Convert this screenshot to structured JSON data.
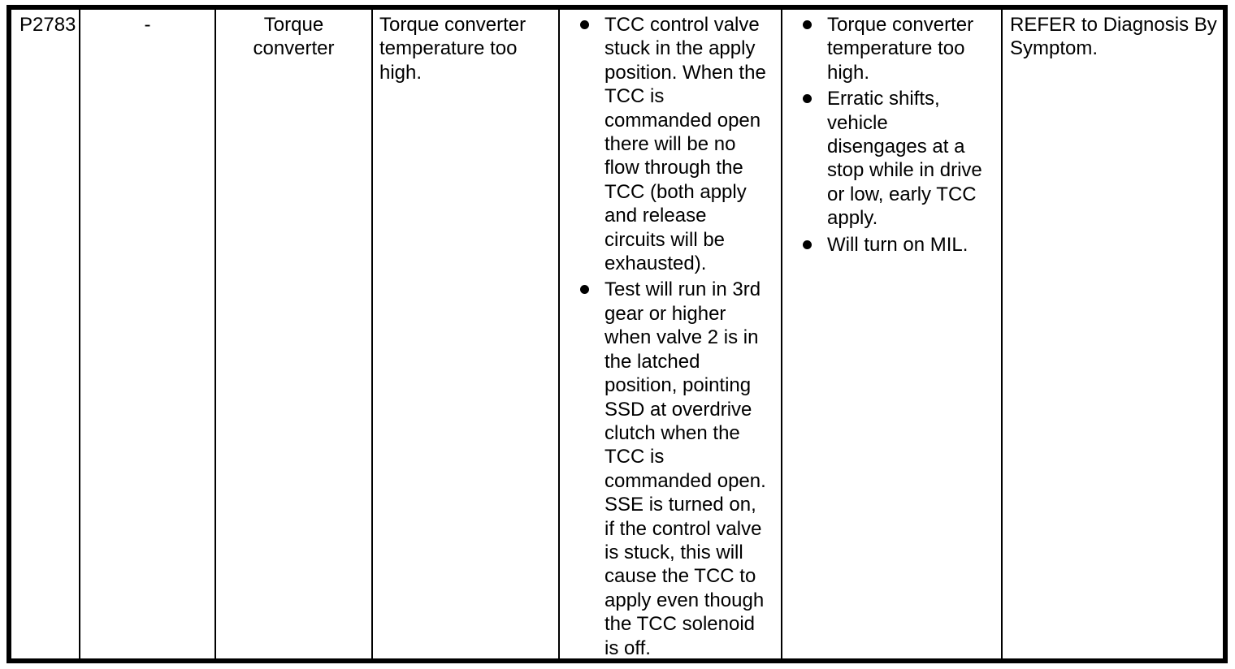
{
  "page": {
    "background_color": "#ffffff",
    "text_color": "#000000",
    "border_color": "#000000"
  },
  "dtc_row": {
    "code": "P2783",
    "digits": "-",
    "component": "Torque converter",
    "description": "Torque converter temperature too high.",
    "fault_condition_items": [
      "TCC control valve stuck in the apply position. When the TCC is commanded open there will be no flow through the TCC (both apply and release circuits will be exhausted).",
      "Test will run in 3rd gear or higher when valve 2 is in the latched position, pointing SSD at overdrive clutch when the TCC is commanded open. SSE is turned on, if the control valve is stuck, this will cause the TCC to apply even though the TCC solenoid is off."
    ],
    "symptom_items": [
      "Torque converter temperature too high.",
      "Erratic shifts, vehicle disengages at a stop while in drive or low, early TCC apply.",
      "Will turn on MIL."
    ],
    "action": "REFER to Diagnosis By Symptom."
  }
}
